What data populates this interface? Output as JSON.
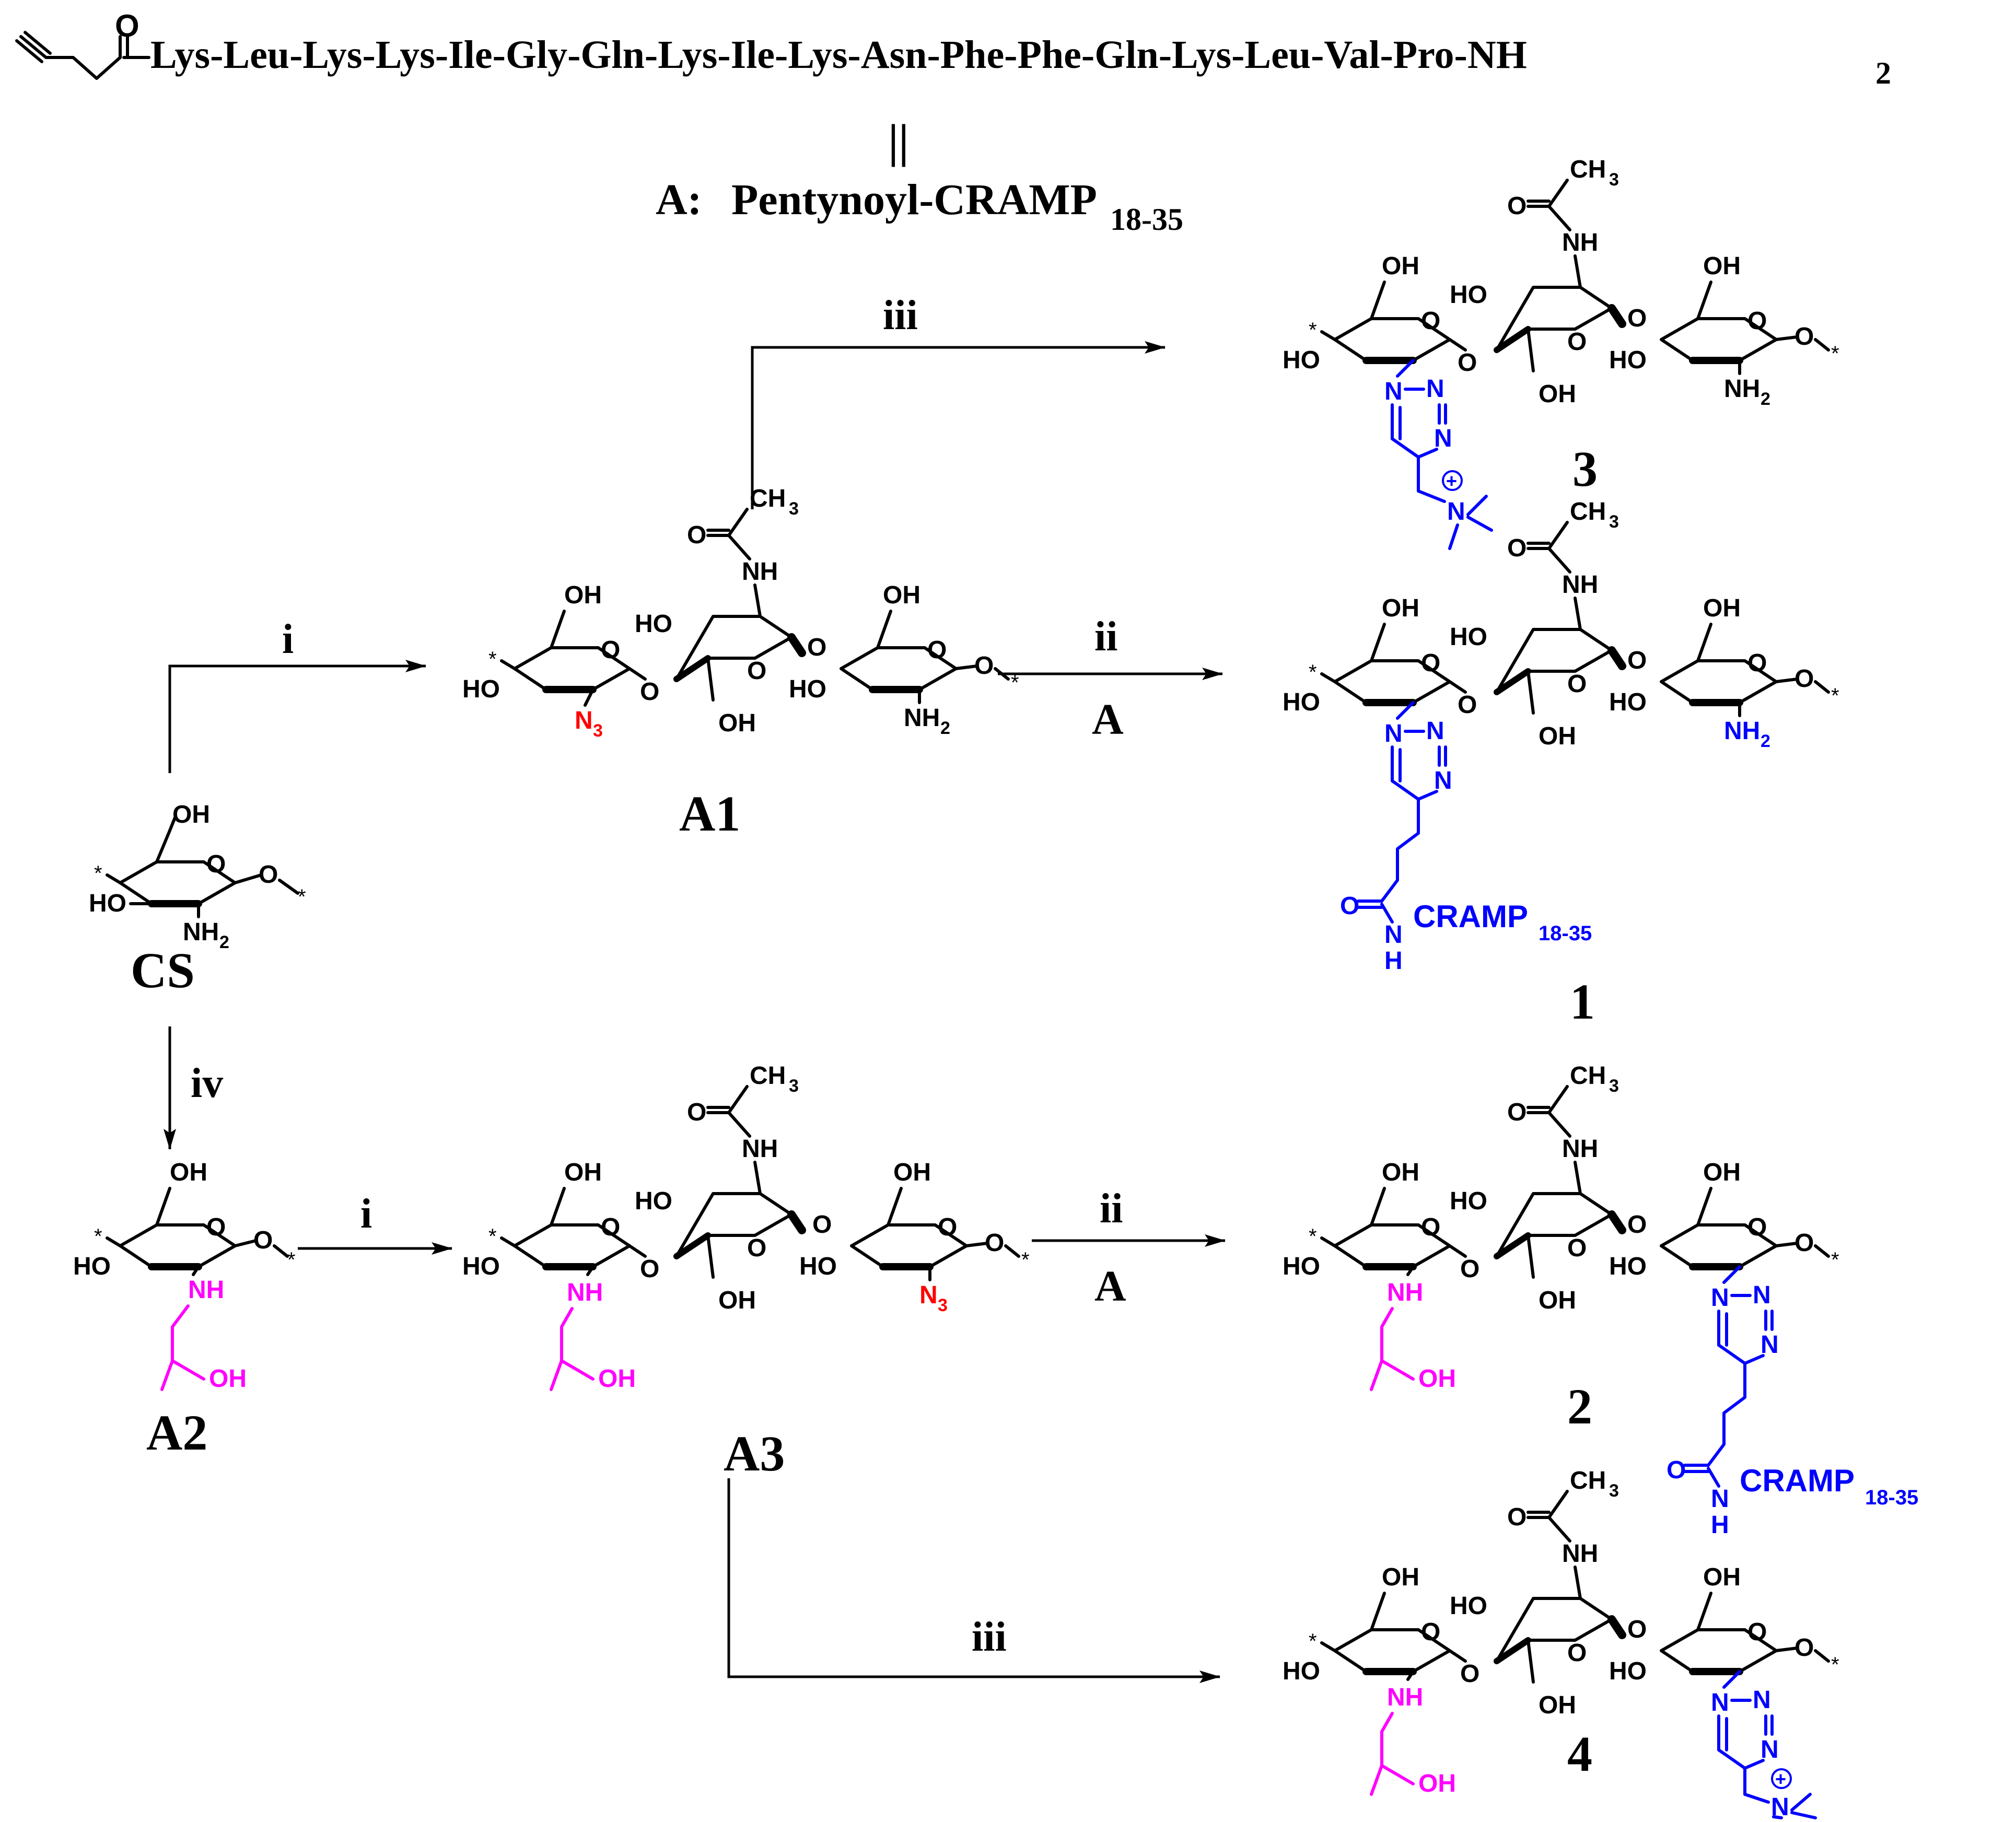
{
  "colors": {
    "black": "#000000",
    "blue": "#0000ff",
    "magenta": "#ff00ff",
    "red": "#ff0000"
  },
  "peptide": {
    "carbonyl_o": "O",
    "sequence": "Lys-Leu-Lys-Lys-Ile-Gly-Gln-Lys-Ile-Lys-Asn-Phe-Phe-Gln-Lys-Leu-Val-Pro-NH",
    "nh2_sub": "2",
    "equals": "||",
    "reagent_label": "A:",
    "reagent_name": "Pentynoyl-CRAMP",
    "reagent_sub": "18-35"
  },
  "reagents": {
    "i": "i",
    "ii": "ii",
    "iii": "iii",
    "iv": "iv",
    "A": "A"
  },
  "compounds": {
    "CS": "CS",
    "A1": "A1",
    "A2": "A2",
    "A3": "A3",
    "c1": "1",
    "c2": "2",
    "c3": "3",
    "c4": "4"
  },
  "atoms": {
    "OH": "OH",
    "HO": "HO",
    "O": "O",
    "NH": "NH",
    "NH2": "NH",
    "sub2": "2",
    "N3": "N",
    "sub3": "3",
    "H": "H",
    "N": "N",
    "CH3": "CH",
    "plus": "+",
    "star": "*",
    "cramp": "CRAMP",
    "cramp_sub": "18-35"
  }
}
